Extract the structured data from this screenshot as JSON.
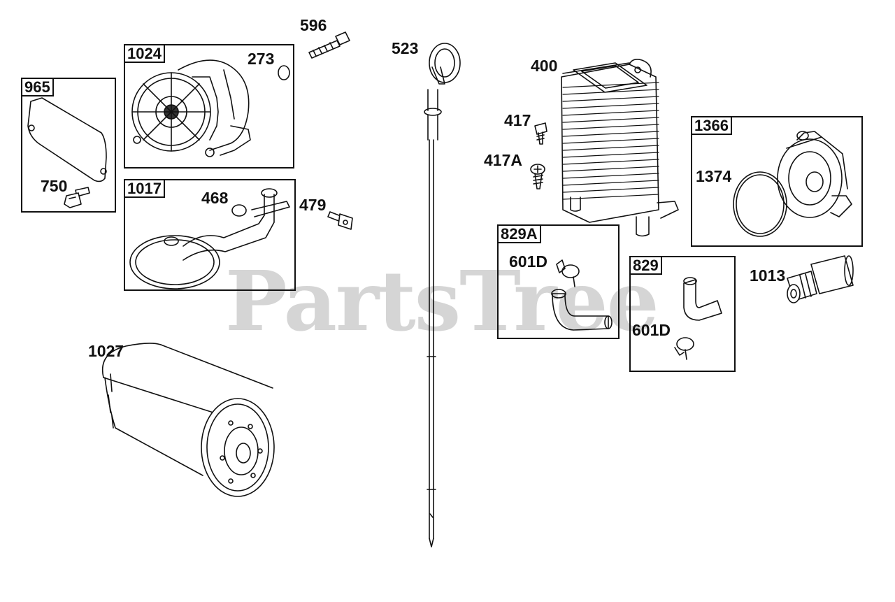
{
  "watermark": "PartsTree",
  "groups": [
    {
      "id": "965",
      "label": "965"
    },
    {
      "id": "1024",
      "label": "1024"
    },
    {
      "id": "1017",
      "label": "1017"
    },
    {
      "id": "829A",
      "label": "829A"
    },
    {
      "id": "829",
      "label": "829"
    },
    {
      "id": "1366",
      "label": "1366"
    }
  ],
  "callouts": {
    "p596": "596",
    "p273": "273",
    "p750": "750",
    "p468": "468",
    "p479": "479",
    "p523": "523",
    "p400": "400",
    "p417": "417",
    "p417a": "417A",
    "p1374": "1374",
    "p601d_a": "601D",
    "p601d_b": "601D",
    "p1013": "1013",
    "p1027": "1027"
  }
}
